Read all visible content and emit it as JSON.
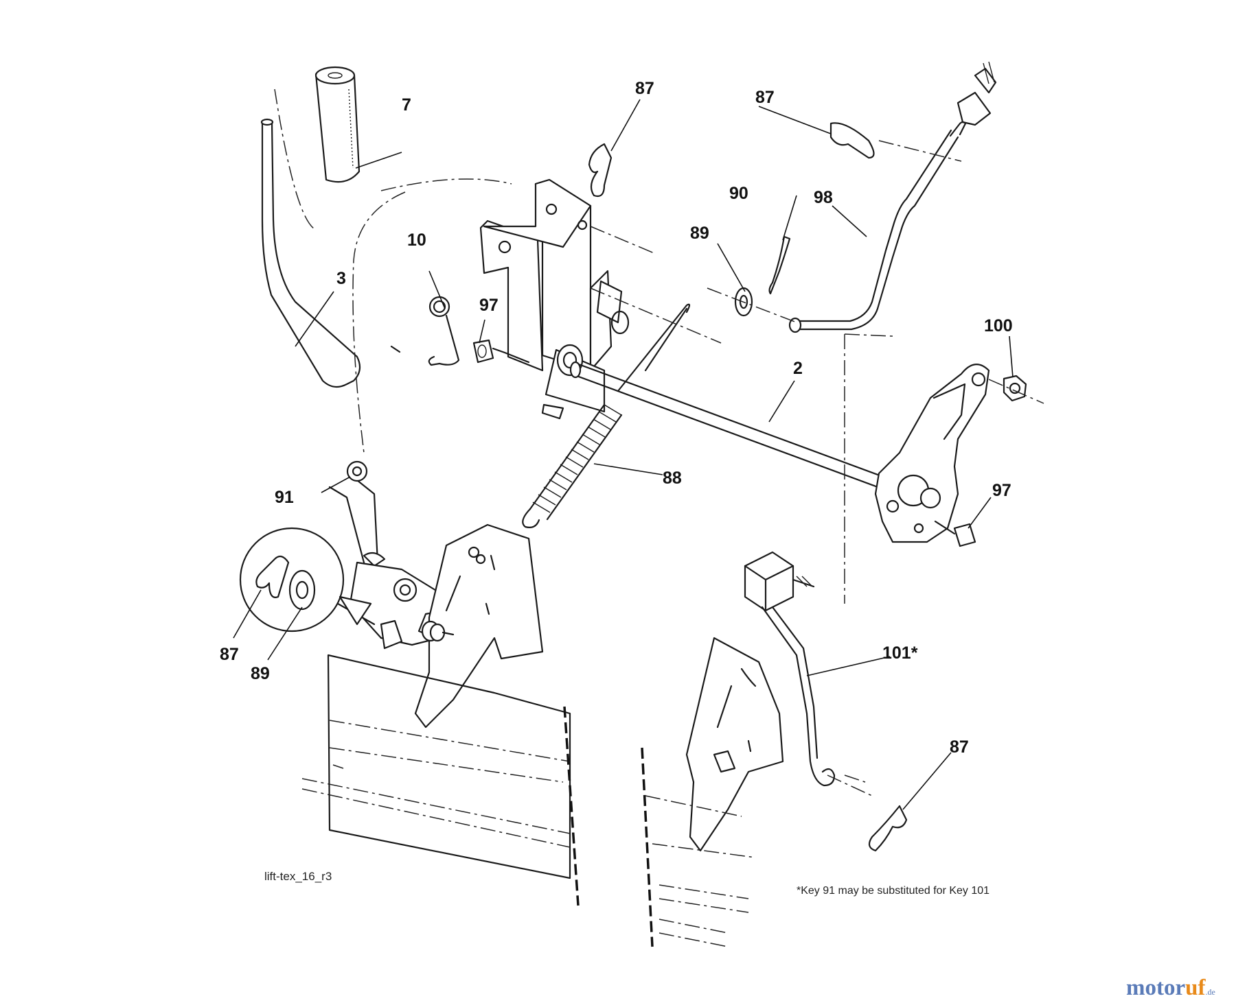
{
  "diagram": {
    "code": "lift-tex_16_r3",
    "footnote": "*Key 91 may be substituted for Key 101",
    "callouts": [
      {
        "id": "c7",
        "label": "7"
      },
      {
        "id": "c3",
        "label": "3"
      },
      {
        "id": "c10",
        "label": "10"
      },
      {
        "id": "c97a",
        "label": "97"
      },
      {
        "id": "c87a",
        "label": "87"
      },
      {
        "id": "c87b",
        "label": "87"
      },
      {
        "id": "c90",
        "label": "90"
      },
      {
        "id": "c98",
        "label": "98"
      },
      {
        "id": "c89a",
        "label": "89"
      },
      {
        "id": "c100",
        "label": "100"
      },
      {
        "id": "c2",
        "label": "2"
      },
      {
        "id": "c88",
        "label": "88"
      },
      {
        "id": "c91",
        "label": "91"
      },
      {
        "id": "c97b",
        "label": "97"
      },
      {
        "id": "c87c",
        "label": "87"
      },
      {
        "id": "c89b",
        "label": "89"
      },
      {
        "id": "c101",
        "label": "101*"
      },
      {
        "id": "c87d",
        "label": "87"
      }
    ]
  },
  "watermark": {
    "part1": "motor",
    "part2": "uf",
    "suffix": ".de"
  }
}
